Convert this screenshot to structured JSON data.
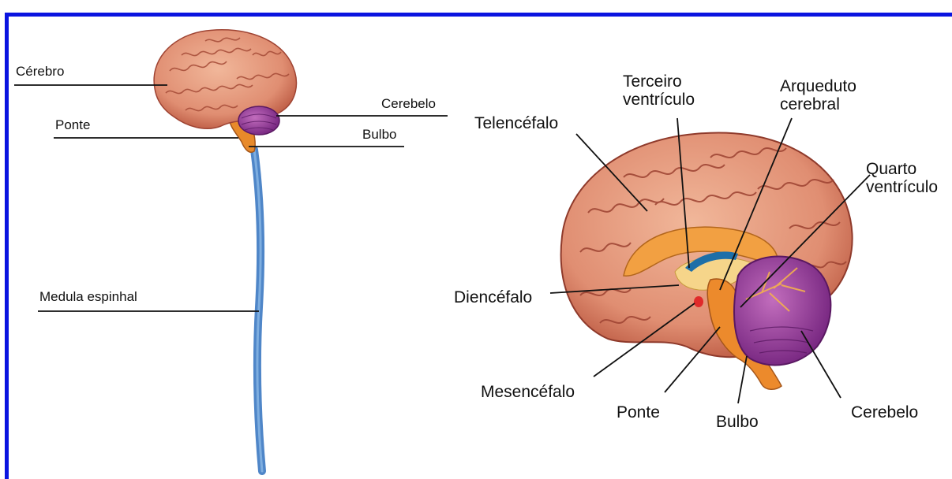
{
  "left_figure": {
    "labels": {
      "cerebro": "Cérebro",
      "cerebelo": "Cerebelo",
      "ponte": "Ponte",
      "bulbo": "Bulbo",
      "medula": "Medula espinhal"
    }
  },
  "right_figure": {
    "labels": {
      "terceiro": "Terceiro\nventrículo",
      "arqueduto": "Arqueduto\ncerebral",
      "telencefalo": "Telencéfalo",
      "quarto": "Quarto\nventrículo",
      "diencefalo": "Diencéfalo",
      "mesencefalo": "Mesencéfalo",
      "ponte": "Ponte",
      "bulbo": "Bulbo",
      "cerebelo": "Cerebelo"
    }
  },
  "colors": {
    "frame": "#0a14e0",
    "cortex": "#e39a7e",
    "cortex_dark": "#b4503c",
    "cerebellum": "#9b3aa0",
    "brainstem": "#e88a2a",
    "spinal_cord": "#4f86c8",
    "ventricle": "#1d6fa8",
    "midbrain_spot": "#e02a2a"
  }
}
